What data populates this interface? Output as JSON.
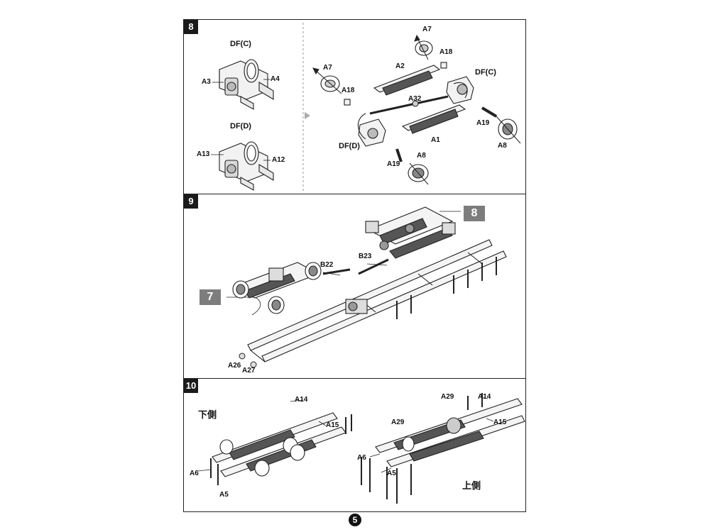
{
  "page": {
    "number": "5"
  },
  "step8": {
    "badge": "8",
    "left": {
      "title_c": "DF(C)",
      "title_d": "DF(D)",
      "a3": "A3",
      "a4": "A4",
      "a13": "A13",
      "a12": "A12"
    },
    "right": {
      "a7_top": "A7",
      "a18_top": "A18",
      "a2": "A2",
      "df_c": "DF(C)",
      "a7_left": "A7",
      "a18_left": "A18",
      "a32": "A32",
      "a19_right": "A19",
      "a1": "A1",
      "a8_right": "A8",
      "df_d": "DF(D)",
      "a8_bottom": "A8",
      "a19_bottom": "A19"
    }
  },
  "step9": {
    "badge": "9",
    "callout8": "8",
    "callout7": "7",
    "b22": "B22",
    "b23": "B23",
    "a26": "A26",
    "a27": "A27"
  },
  "step10": {
    "badge": "10",
    "left": {
      "side": "下側",
      "a14": "A14",
      "a15": "A15",
      "a6": "A6",
      "a5": "A5"
    },
    "right": {
      "side": "上側",
      "a29_top": "A29",
      "a14": "A14",
      "a29_mid": "A29",
      "a15": "A15",
      "a6": "A6",
      "a5": "A5"
    }
  }
}
